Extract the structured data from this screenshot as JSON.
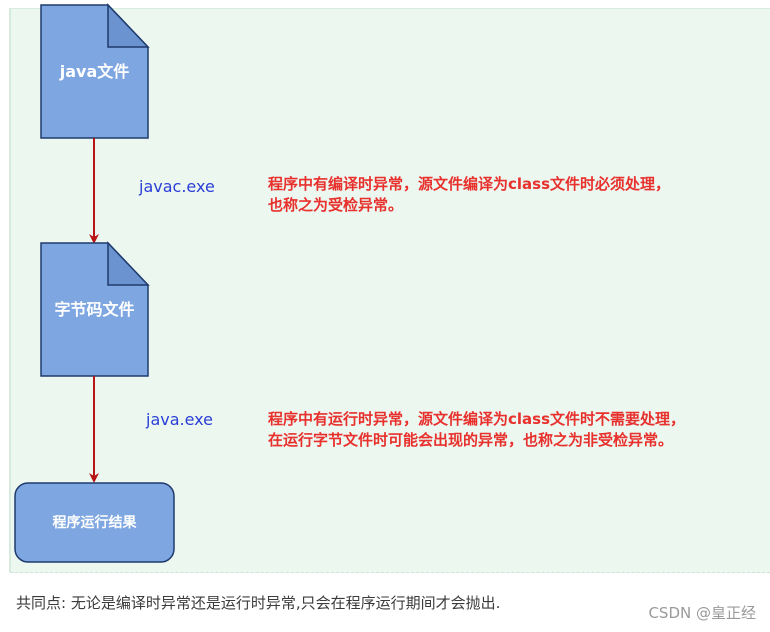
{
  "diagram": {
    "nodes": {
      "java_file": "java文件",
      "bytecode_file": "字节码文件",
      "run_result": "程序运行结果"
    },
    "edges": {
      "compile": "javac.exe",
      "run": "java.exe"
    },
    "notes": {
      "checked_line1": "程序中有编译时异常，源文件编译为class文件时必须处理，",
      "checked_line2": "也称之为受检异常。",
      "unchecked_line1": "程序中有运行时异常，源文件编译为class文件时不需要处理，",
      "unchecked_line2": "在运行字节文件时可能会出现的异常，也称之为非受检异常。"
    }
  },
  "footer": {
    "summary": "共同点: 无论是编译时异常还是运行时异常,只会在程序运行期间才会抛出.",
    "watermark": "CSDN @皇正经"
  },
  "colors": {
    "node_fill": "#7ea6e0",
    "node_border": "#1f3b6e",
    "arrow": "#b81414",
    "edge_label": "#2a3ed6",
    "note_text": "#e8302d",
    "panel_bg": "#ecf7f0"
  }
}
